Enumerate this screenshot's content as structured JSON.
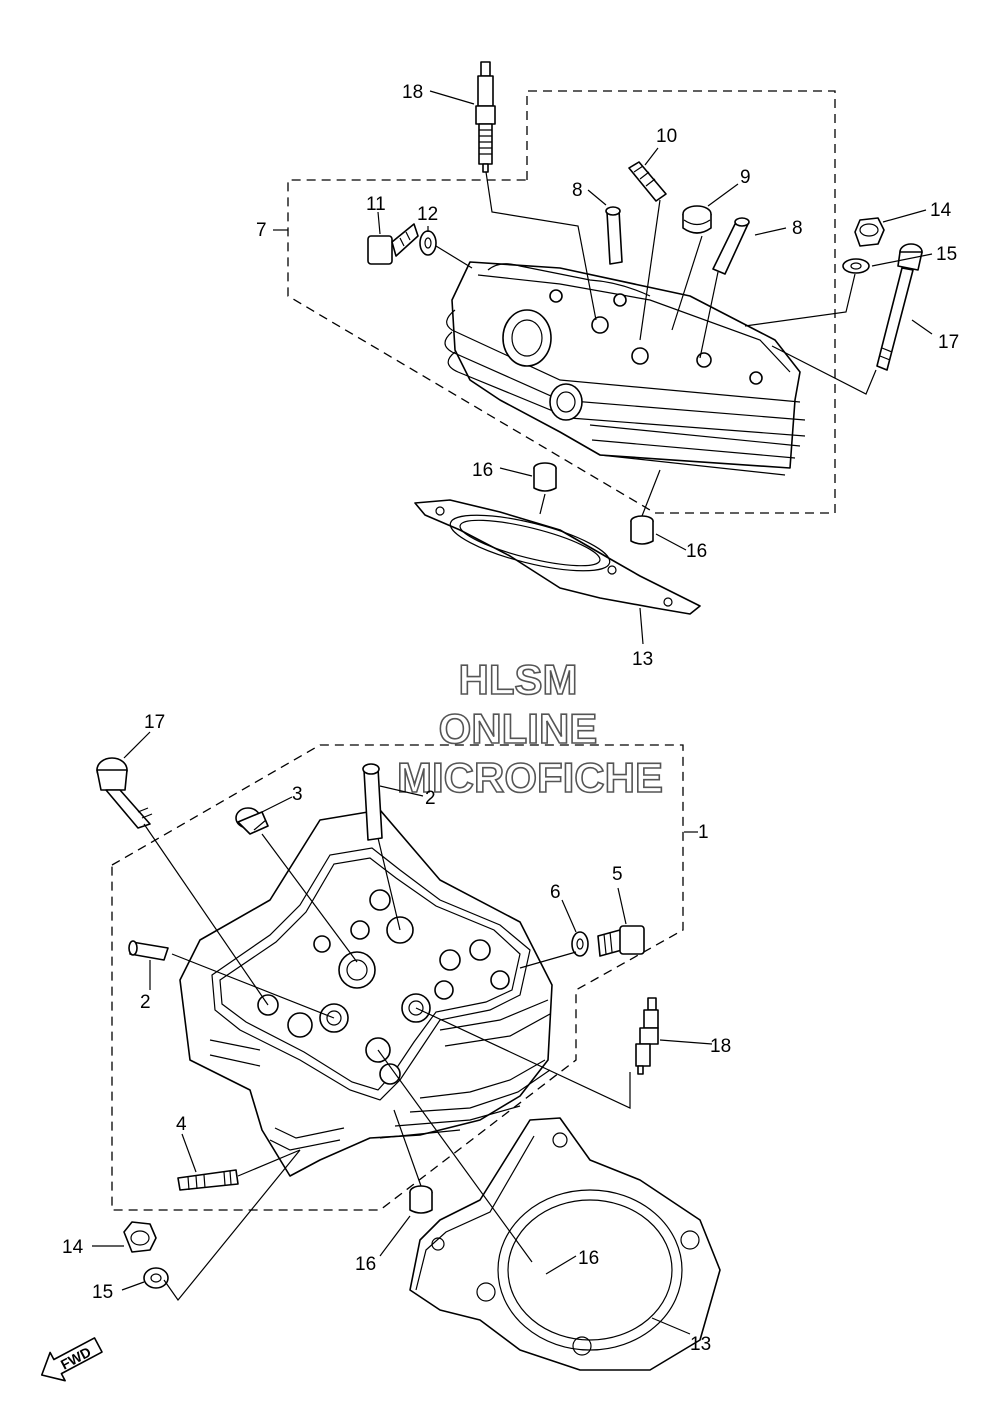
{
  "watermark": {
    "line1": "HLSM",
    "line2": "ONLINE",
    "line3": "MICROFICHE"
  },
  "fwd_label": "FWD",
  "callouts_top": {
    "c18": "18",
    "c10": "10",
    "c9": "9",
    "c8a": "8",
    "c8b": "8",
    "c7": "7",
    "c11": "11",
    "c12": "12",
    "c14": "14",
    "c15": "15",
    "c17": "17",
    "c16a": "16",
    "c16b": "16",
    "c13": "13"
  },
  "callouts_bottom": {
    "c17": "17",
    "c3": "3",
    "c2a": "2",
    "c1": "1",
    "c6": "6",
    "c5": "5",
    "c2b": "2",
    "c18": "18",
    "c4": "4",
    "c14": "14",
    "c15": "15",
    "c16a": "16",
    "c16b": "16",
    "c13": "13"
  }
}
